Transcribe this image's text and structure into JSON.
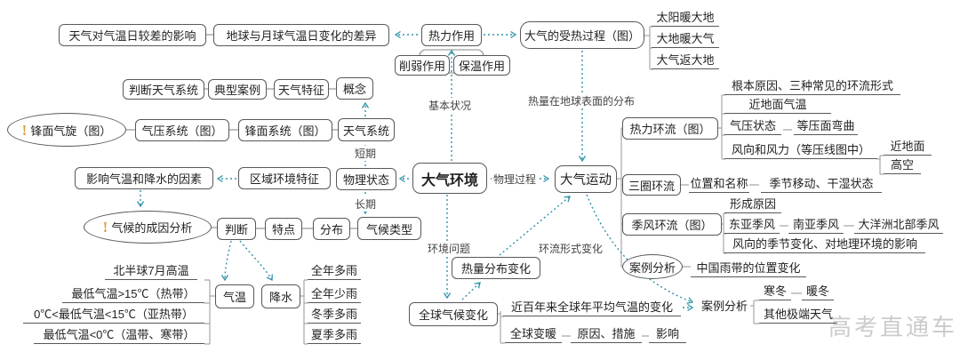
{
  "colors": {
    "dotted_line": "#2f93a8",
    "box_border": "#585858",
    "gray_line": "#a8a8a8",
    "text": "#222222",
    "watermark": "#cbcbcb",
    "exclamation": "#dd9e44"
  },
  "watermark": "高考直通车",
  "labels": {
    "basic_state": "基本状况",
    "heat_surface_dist": "热量在地球表面的分布",
    "short_term": "短期",
    "long_term": "长期",
    "physical_process": "物理过程",
    "env_problem": "环境问题",
    "circulation_change": "环流形式变化"
  },
  "nodes": {
    "weather_diurnal": "天气对气温日较差的影响",
    "earth_moon_diff": "地球与月球气温日变化的差异",
    "thermal_effect": "热力作用",
    "heating_process": "大气的受热过程（图）",
    "sun_warms_ground": "太阳暖大地",
    "ground_warms_air": "大地暖大气",
    "air_returns_ground": "大气返大地",
    "weaken_effect": "削弱作用",
    "insulation_effect": "保温作用",
    "judge_weather_system": "判断天气系统",
    "typical_case": "典型案例",
    "weather_features": "天气特征",
    "concept": "概念",
    "frontal_cyclone": "锋面气旋（图）",
    "pressure_system": "气压系统（图）",
    "frontal_system": "锋面系统（图）",
    "weather_system": "天气系统",
    "factors_temp_precip": "影响气温和降水的因素",
    "regional_env": "区域环境特征",
    "physical_state": "物理状态",
    "atmos_env": "大气环境",
    "atmos_motion": "大气运动",
    "thermal_circulation": "热力环流（图）",
    "root_cause": "根本原因、三种常见的环流形式",
    "near_ground_temp": "近地面气温",
    "pressure_state": "气压状态",
    "isobar_bend": "等压面弯曲",
    "wind_dir_force": "风向和风力（等压线图中）",
    "near_ground": "近地面",
    "high_altitude": "高空",
    "three_cell": "三圈环流",
    "position_name": "位置和名称",
    "seasonal_move": "季节移动、干湿状态",
    "monsoon_circulation": "季风环流（图）",
    "formation_cause": "形成原因",
    "east_asian_monsoon": "东亚季风",
    "south_asian_monsoon": "南亚季风",
    "oceania_monsoon": "大洋洲北部季风",
    "wind_seasonal_change": "风向的季节变化、对地理环境的影响",
    "case_analysis_1": "案例分析",
    "china_rainband": "中国雨带的位置变化",
    "climate_cause_analysis": "气候的成因分析",
    "judge": "判断",
    "features": "特点",
    "distribution": "分布",
    "climate_type": "气候类型",
    "temperature": "气温",
    "precipitation": "降水",
    "nh_july_hot": "北半球7月高温",
    "temp_tropical": "最低气温>15℃（热带）",
    "temp_subtropical": "0℃<最低气温<15℃（亚热带）",
    "temp_temperate": "最低气温<0℃（温带、寒带）",
    "rain_all_year": "全年多雨",
    "rain_little": "全年少雨",
    "rain_winter": "冬季多雨",
    "rain_summer": "夏季多雨",
    "heat_dist_change": "热量分布变化",
    "global_climate_change": "全球气候变化",
    "century_temp_change": "近百年来全球年平均气温的变化",
    "case_analysis_2": "案例分析",
    "cold_winter": "寒冬",
    "warm_winter": "暖冬",
    "other_extreme": "其他极端天气",
    "global_warming": "全球变暖",
    "cause_measures": "原因、措施",
    "impact": "影响"
  }
}
